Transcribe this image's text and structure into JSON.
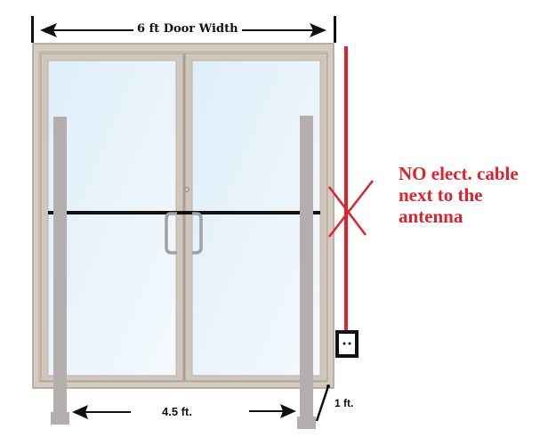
{
  "diagram": {
    "top_dimension": {
      "label": "6 ft Door Width"
    },
    "bottom_dimension": {
      "label": "4.5 ft."
    },
    "side_dimension": {
      "label": "1 ft."
    },
    "warning": {
      "line1": "NO elect. cable",
      "line2": "next to the",
      "line3": "antenna"
    },
    "colors": {
      "frame": "#d4cbc1",
      "frame_edge": "#a89e94",
      "glass": "#e9f3fb",
      "antenna_post": "#b5aeae",
      "cable": "#e0222a",
      "warning_text": "#e0222a",
      "push_bar": "#111111"
    }
  }
}
